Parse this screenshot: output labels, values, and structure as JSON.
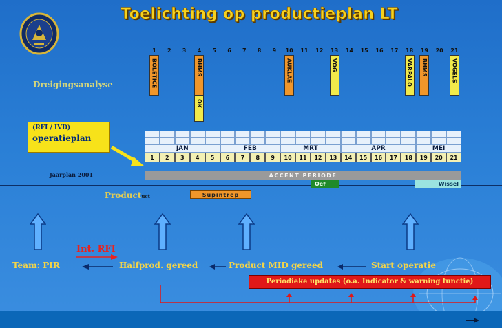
{
  "title": "Toelichting op productieplan LT",
  "week_numbers": [
    "1",
    "2",
    "3",
    "4",
    "5",
    "6",
    "7",
    "8",
    "9",
    "10",
    "11",
    "12",
    "13",
    "14",
    "15",
    "16",
    "17",
    "18",
    "19",
    "20",
    "21"
  ],
  "threat_label": "Dreigingsanalyse",
  "threat_bars": [
    {
      "week": 1,
      "label": "BOLETICE",
      "color": "#f0962a"
    },
    {
      "week": 4,
      "label": "BHMS",
      "color": "#f0962a"
    },
    {
      "week": 4,
      "label": "OK",
      "color": "#f2ea4a"
    },
    {
      "week": 10,
      "label": "AUKLAE",
      "color": "#f0962a"
    },
    {
      "week": 13,
      "label": "VOG",
      "color": "#f2ea4a"
    },
    {
      "week": 18,
      "label": "VARPALO",
      "color": "#f2ea4a"
    },
    {
      "week": 19,
      "label": "BHMS",
      "color": "#f0962a"
    },
    {
      "week": 21,
      "label": "VOGELS",
      "color": "#f2ea4a"
    }
  ],
  "callout": {
    "line1": "(RFI / IVD)",
    "line2": "operatieplan"
  },
  "months": [
    "JAN",
    "FEB",
    "MRT",
    "APR",
    "MEI"
  ],
  "jaarplan_label": "Jaarplan 2001",
  "accent_label": "ACCENT PERIODE",
  "oef_label": "Oef",
  "wissel_label": "Wissel",
  "product_label": "Product",
  "product_suffix": "uct",
  "supintrep_label": "Supintrep",
  "int_rfi_label": "Int. RFI",
  "flow": {
    "team": "Team: PIR",
    "halfprod": "Halfprod. gereed",
    "product_mid": "Product MID gereed",
    "start": "Start operatie"
  },
  "updates_label": "Periodieke updates (o.a. Indicator & warning functie)",
  "colors": {
    "title": "#f6d21e",
    "orange": "#f0962a",
    "yellow": "#f2ea4a",
    "red": "#e01818",
    "background": "#2a7fd6"
  }
}
